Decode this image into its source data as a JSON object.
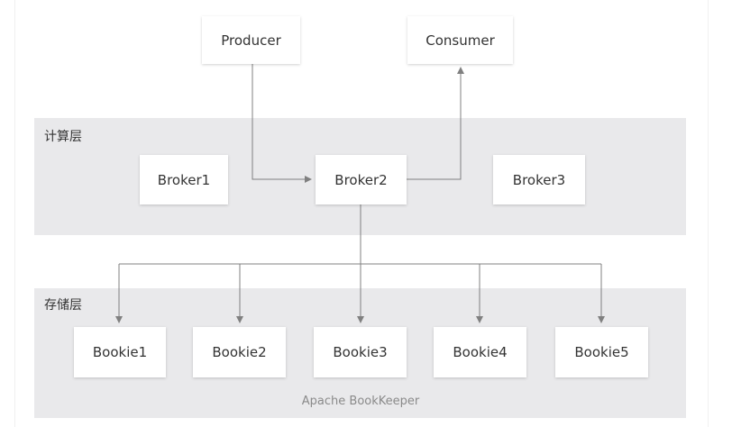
{
  "diagram": {
    "nodes": {
      "producer": "Producer",
      "consumer": "Consumer",
      "broker1": "Broker1",
      "broker2": "Broker2",
      "broker3": "Broker3",
      "bookie1": "Bookie1",
      "bookie2": "Bookie2",
      "bookie3": "Bookie3",
      "bookie4": "Bookie4",
      "bookie5": "Bookie5"
    },
    "layers": {
      "compute_label": "计算层",
      "storage_label": "存储层"
    },
    "footer": "Apache BookKeeper",
    "colors": {
      "layer_background": "#e9e9eb",
      "connector": "#808080",
      "node_text": "#333333",
      "footer_text": "#8a8a8a"
    }
  }
}
